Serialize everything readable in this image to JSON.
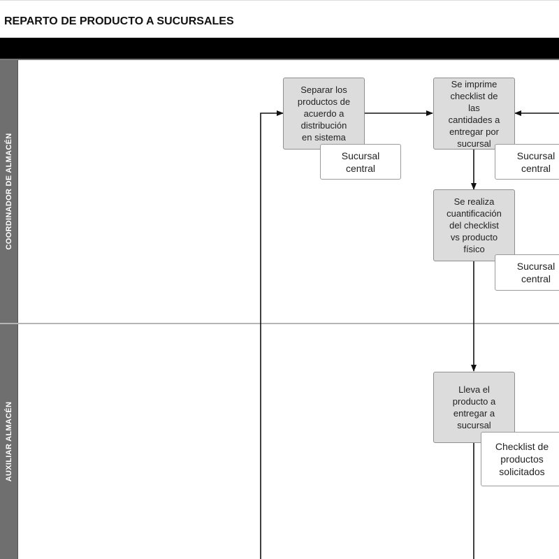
{
  "title": "REPARTO DE PRODUCTO A SUCURSALES",
  "lanes": [
    {
      "label": "COORDINADOR DE ALMACÉN"
    },
    {
      "label": "AUXILIAR ALMACÉN"
    }
  ],
  "processes": [
    {
      "text": "Separar los\nproductos de\nacuerdo a\ndistribución\nen sistema"
    },
    {
      "text": "Se imprime\nchecklist de\nlas\ncantidades a\nentregar por\nsucursal"
    },
    {
      "text": "Se realiza\ncuantificación\ndel checklist\nvs producto\nfísico"
    },
    {
      "text": "Lleva el\nproducto a\nentregar a\nsucursal"
    }
  ],
  "notes": [
    {
      "text": "Sucursal\ncentral"
    },
    {
      "text": "Sucursal\ncentral"
    },
    {
      "text": "Sucursal\ncentral"
    },
    {
      "text": "Checklist de\nproductos\nsolicitados"
    }
  ],
  "colors": {
    "header_bar": "#000000",
    "lane_label_bg": "#6f6f6f",
    "process_fill": "#dcdcdc",
    "note_fill": "#ffffff",
    "connector": "#111111"
  }
}
